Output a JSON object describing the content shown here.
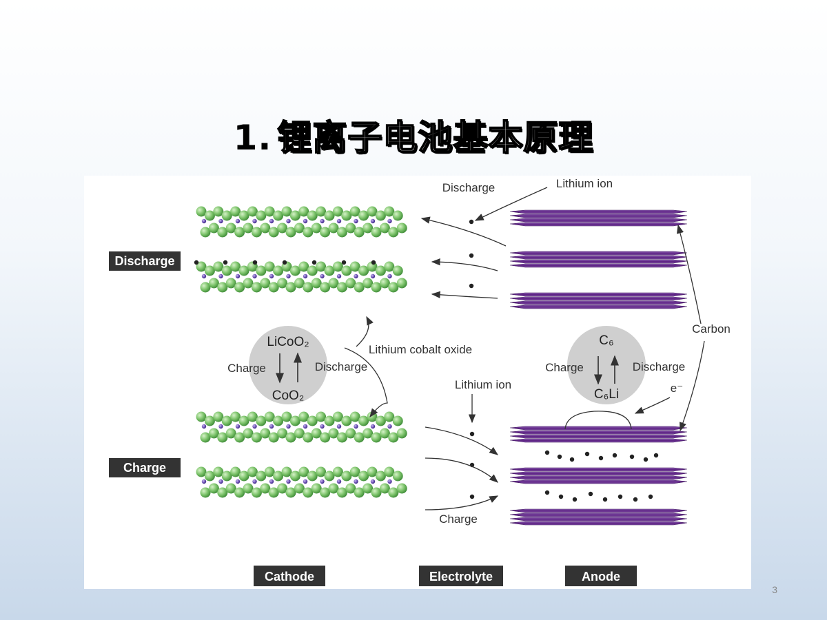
{
  "slide": {
    "title_number": "1.",
    "title_text": "锂离子电池基本原理",
    "page_number": "3"
  },
  "figure": {
    "left_labels": {
      "discharge": "Discharge",
      "charge": "Charge"
    },
    "bottom_labels": {
      "cathode": "Cathode",
      "electrolyte": "Electrolyte",
      "anode": "Anode"
    },
    "top_discharge": "Discharge",
    "top_lithium_ion": "Lithium ion",
    "carbon": "Carbon",
    "lithium_cobalt_oxide": "Lithium cobalt oxide",
    "mid_lithium_ion": "Lithium ion",
    "bottom_charge": "Charge",
    "cathode_reaction": {
      "top": "LiCoO₂",
      "bottom": "CoO₂",
      "charge": "Charge",
      "discharge": "Discharge"
    },
    "anode_reaction": {
      "top": "C₆",
      "bottom": "C₆Li",
      "charge": "Charge",
      "discharge": "Discharge"
    },
    "electron": "e⁻",
    "colors": {
      "oxygen": "#7cc36a",
      "cobalt": "#6a4fb3",
      "graphite": "#6b2f8f",
      "lithium": "#222222",
      "label_box": "#333333"
    }
  }
}
